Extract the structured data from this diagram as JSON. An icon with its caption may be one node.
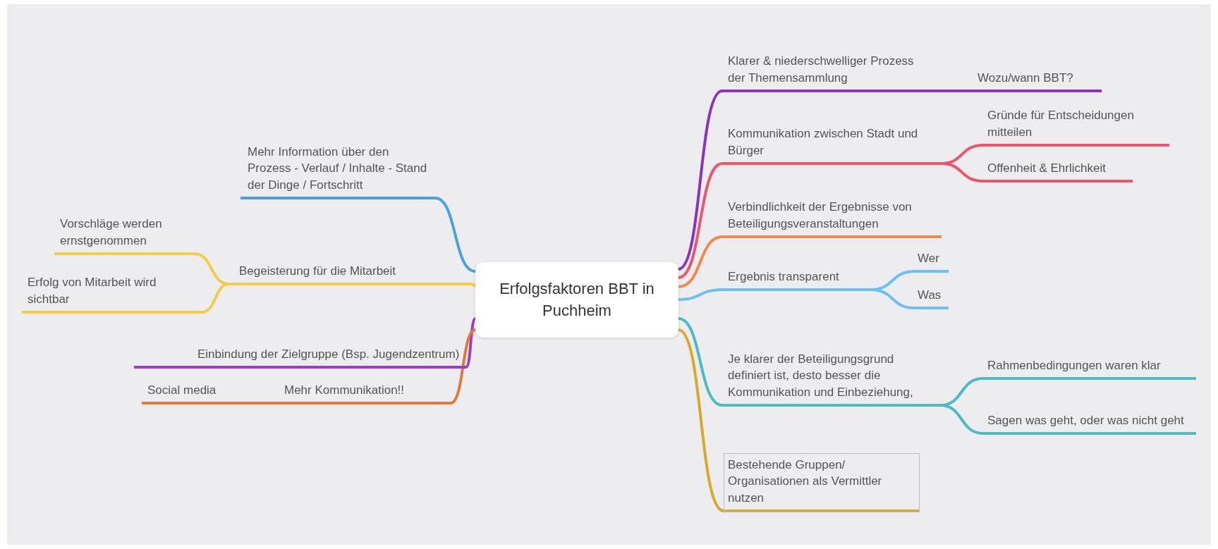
{
  "diagram": {
    "nodes": [
      {
        "text": [
          "Erfolgsfaktoren BBT in Puchheim"
        ]
      },
      {
        "text": [
          "Klarer & niederschwelliger Prozess der Themensammlung"
        ]
      },
      {
        "text": [
          "Wozu/wann BBT?"
        ]
      },
      {
        "text": [
          "Kommunikation zwischen Stadt und Bürger"
        ]
      },
      {
        "text": [
          "Gründe für Entscheidungen mitteilen"
        ]
      },
      {
        "text": [
          "Offenheit & Ehrlichkeit"
        ]
      },
      {
        "text": [
          "Verbindlichkeit der Ergebnisse von Beteiligungsveranstaltungen"
        ]
      },
      {
        "text": [
          "Ergebnis transparent"
        ]
      },
      {
        "text": [
          "Wer"
        ]
      },
      {
        "text": [
          "Was"
        ]
      },
      {
        "text": [
          "Je klarer der Beteiligungsgrund definiert ist, desto besser die Kommunikation und Einbeziehung,"
        ]
      },
      {
        "text": [
          "Rahmenbedingungen waren klar"
        ]
      },
      {
        "text": [
          "Sagen was geht, oder was nicht geht"
        ]
      },
      {
        "text": [
          "Bestehende Gruppen/ Organisationen als Vermittler nutzen"
        ]
      },
      {
        "text": [
          "Mehr Information über den Prozess - Verlauf / Inhalte - Stand der Dinge / Fortschritt"
        ]
      },
      {
        "text": [
          "Begeisterung für die Mitarbeit"
        ]
      },
      {
        "text": [
          "Vorschläge werden ernstgenommen"
        ]
      },
      {
        "text": [
          "Erfolg von Mitarbeit wird sichtbar"
        ]
      },
      {
        "text": [
          "Einbindung der Zielgruppe (Bsp. Jugendzentrum)"
        ]
      },
      {
        "text": [
          "Mehr Kommunikation!!"
        ]
      },
      {
        "text": [
          "Social media"
        ]
      }
    ],
    "edges": [
      {
        "from": 0,
        "to": 1,
        "arrow": "none",
        "color": "#8b34b8"
      },
      {
        "from": 1,
        "to": 2,
        "arrow": "none",
        "color": "#8b34b8"
      },
      {
        "from": 0,
        "to": 3,
        "arrow": "none",
        "color": "#e9576a"
      },
      {
        "from": 3,
        "to": 4,
        "arrow": "none",
        "color": "#e9576a"
      },
      {
        "from": 3,
        "to": 5,
        "arrow": "none",
        "color": "#e9576a"
      },
      {
        "from": 0,
        "to": 6,
        "arrow": "none",
        "color": "#f08a4b"
      },
      {
        "from": 0,
        "to": 7,
        "arrow": "none",
        "color": "#6dbff0"
      },
      {
        "from": 7,
        "to": 8,
        "arrow": "none",
        "color": "#6dbff0"
      },
      {
        "from": 7,
        "to": 9,
        "arrow": "none",
        "color": "#6dbff0"
      },
      {
        "from": 0,
        "to": 10,
        "arrow": "none",
        "color": "#4cbcc2"
      },
      {
        "from": 10,
        "to": 11,
        "arrow": "none",
        "color": "#4cbcc2"
      },
      {
        "from": 10,
        "to": 12,
        "arrow": "none",
        "color": "#4cbcc2"
      },
      {
        "from": 0,
        "to": 13,
        "arrow": "none",
        "color": "#d8aa2c"
      },
      {
        "from": 0,
        "to": 14,
        "arrow": "none",
        "color": "#4aa2dc"
      },
      {
        "from": 0,
        "to": 15,
        "arrow": "none",
        "color": "#f2cc4a"
      },
      {
        "from": 15,
        "to": 16,
        "arrow": "none",
        "color": "#f2cc4a"
      },
      {
        "from": 15,
        "to": 17,
        "arrow": "none",
        "color": "#f2cc4a"
      },
      {
        "from": 0,
        "to": 18,
        "arrow": "none",
        "color": "#9a3fc0"
      },
      {
        "from": 0,
        "to": 19,
        "arrow": "none",
        "color": "#e07a3a"
      },
      {
        "from": 19,
        "to": 20,
        "arrow": "none",
        "color": "#e07a3a"
      }
    ]
  }
}
